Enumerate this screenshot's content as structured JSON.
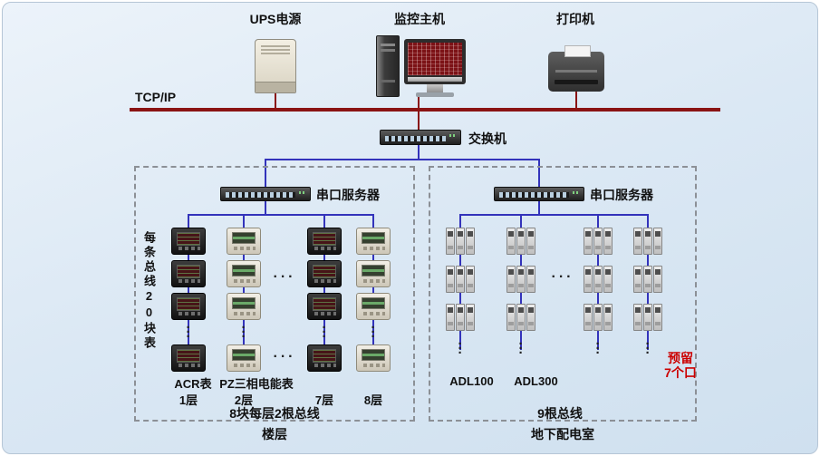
{
  "top_devices": {
    "ups_label": "UPS电源",
    "host_label": "监控主机",
    "printer_label": "打印机"
  },
  "backbone": {
    "tcpip_label": "TCP/IP",
    "switch_label": "交换机"
  },
  "floor_panel": {
    "serial_server_label": "串口服务器",
    "side_note": "每条总线20块表",
    "meter_type_acr": "ACR表",
    "meter_type_pz": "PZ三相电能表",
    "floors": [
      "1层",
      "2层",
      "7层",
      "8层"
    ],
    "bus_summary": "8块每层2根总线",
    "region_label": "楼层"
  },
  "basement_panel": {
    "serial_server_label": "串口服务器",
    "device_left": "ADL100",
    "device_right": "ADL300",
    "reserved_note": "预留\n7个口",
    "bus_summary": "9根总线",
    "region_label": "地下配电室"
  },
  "symbols": {
    "horizontal_ellipsis": "···",
    "vertical_ellipsis": "·\n·\n·"
  },
  "colors": {
    "backbone_line": "#8a1313",
    "bus_line": "#3333bb",
    "reserved_text": "#cc0000"
  }
}
